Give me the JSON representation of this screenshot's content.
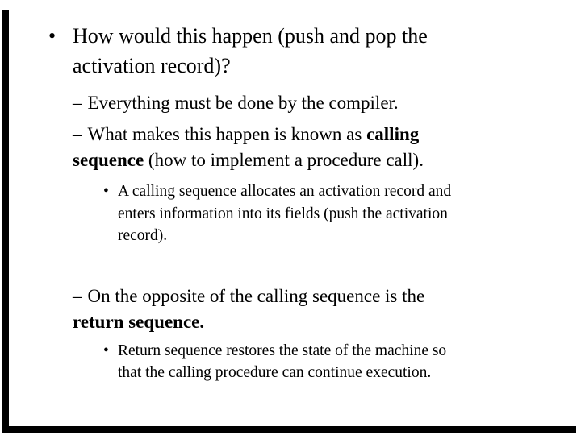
{
  "slide": {
    "colors": {
      "background": "#ffffff",
      "text": "#000000",
      "border": "#000000"
    },
    "title": {
      "bullet": "•",
      "line1": "How would this happen (push and pop the",
      "line2": "activation record)?"
    },
    "items": {
      "item1": {
        "bullet": "–",
        "text": "Everything must be done by the compiler."
      },
      "item2": {
        "bullet": "–",
        "line1_normal": "What makes this happen is known as ",
        "line1_bold": "calling",
        "line2_bold": "sequence",
        "line2_normal": " (how to implement a procedure call)."
      },
      "sub1": {
        "bullet": "•",
        "line1": "A calling sequence allocates an activation record and",
        "line2": "enters information into its fields (push the activation",
        "line3": "record)."
      },
      "item3": {
        "bullet": "–",
        "line1": "On the opposite of the calling sequence is the",
        "line2_bold": "return sequence."
      },
      "sub2": {
        "bullet": "•",
        "line1": "Return sequence restores the state of the machine so",
        "line2": "that the calling procedure can continue execution."
      }
    }
  }
}
